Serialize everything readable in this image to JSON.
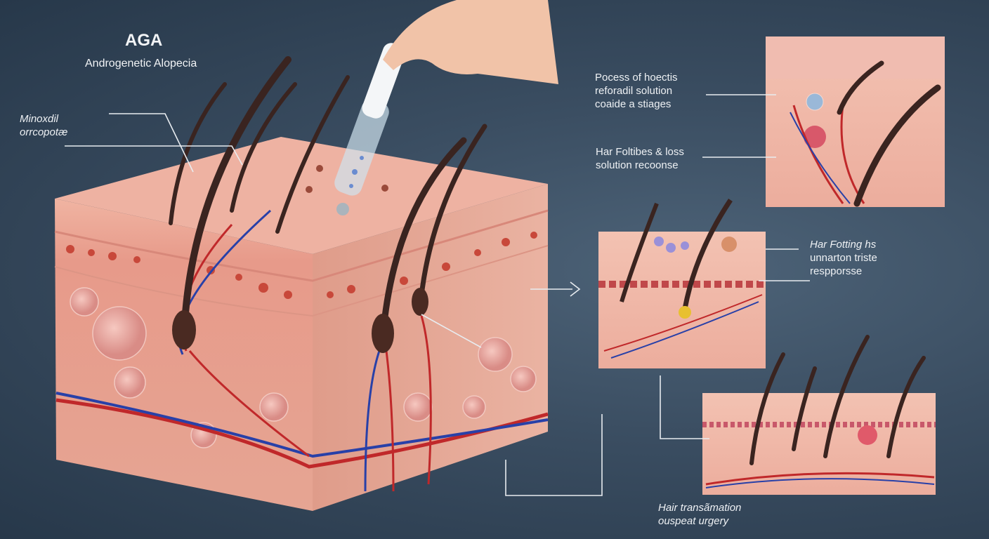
{
  "header": {
    "title": "AGA",
    "subtitle": "Androgenetic Alopecia"
  },
  "labels": {
    "minoxidil": [
      "Minoxdil",
      "orrcopotæ"
    ],
    "process": [
      "Pocess of hoectis",
      "reforadil solution",
      "coaide a stiages"
    ],
    "hair_follicles_loss": [
      "Har Foltibes & loss",
      "solution recoonse"
    ],
    "hair_forming": [
      "Har Fotting hs",
      "unnarton triste",
      "respporsse"
    ],
    "hair_transplant": [
      "Hair transãmation",
      "ouspeat urgery"
    ]
  },
  "colors": {
    "skin": "#e8a898",
    "hair": "#3a2420",
    "artery": "#c0282a",
    "vein": "#2840a8",
    "background": "#34475b"
  }
}
